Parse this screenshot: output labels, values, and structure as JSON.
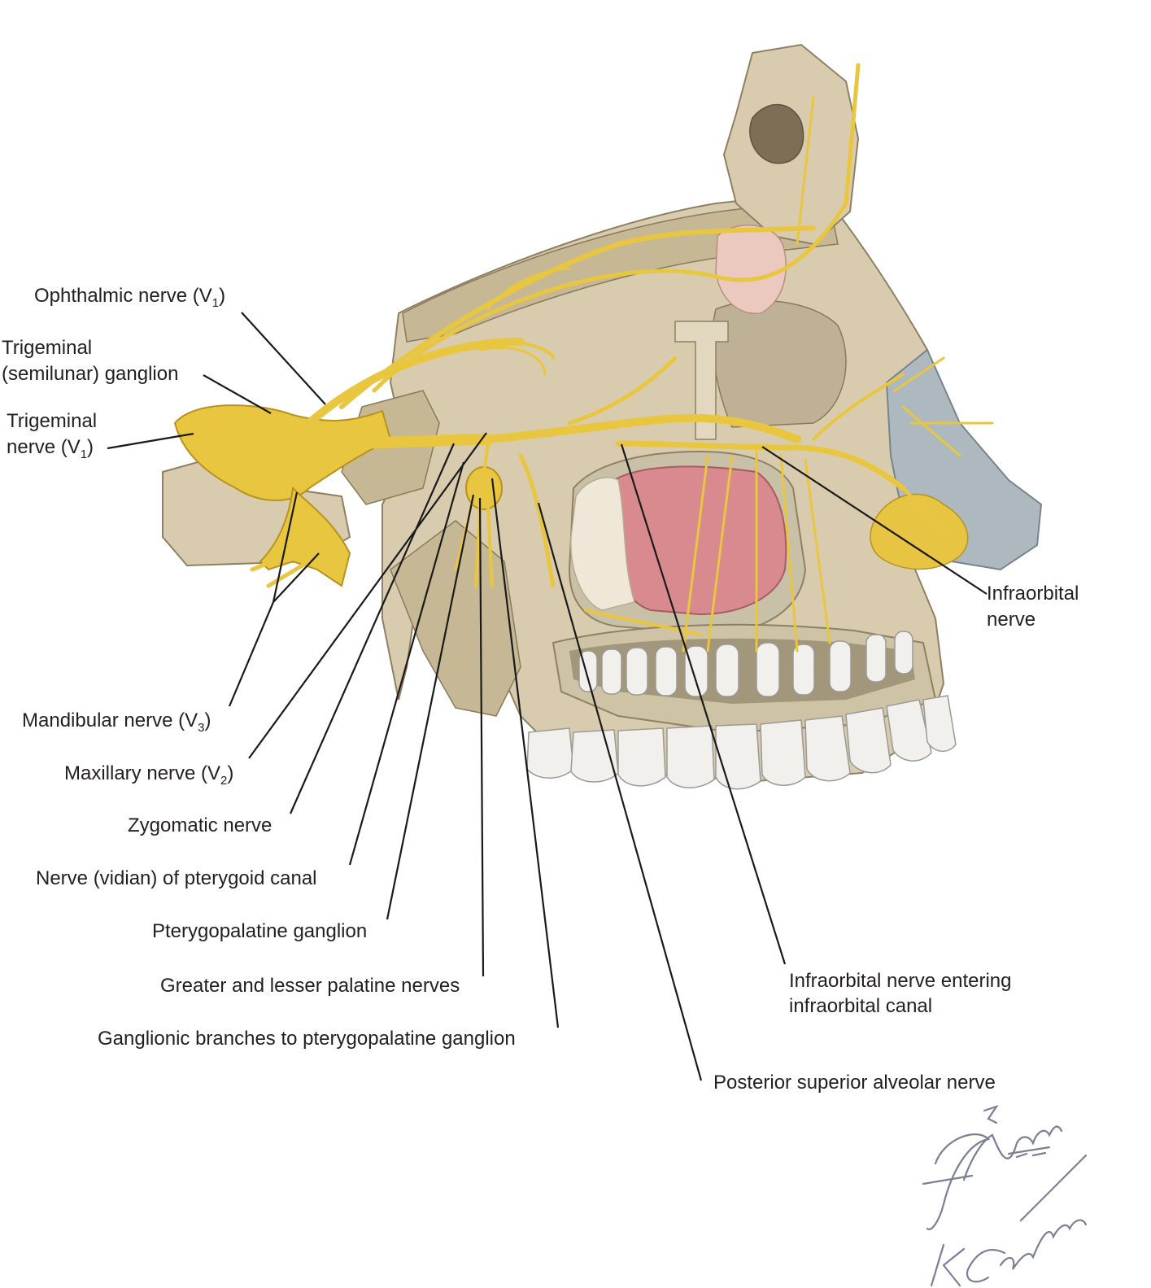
{
  "labels": {
    "ophthalmic": {
      "text": "Ophthalmic nerve (V",
      "sub": "1",
      "tail": ")"
    },
    "trigeminal_ganglion_1": "Trigeminal",
    "trigeminal_ganglion_2": "(semilunar) ganglion",
    "trigeminal_nerve_1": "Trigeminal",
    "trigeminal_nerve_2": {
      "text": "nerve (V",
      "sub": "1",
      "tail": ")"
    },
    "mandibular": {
      "text": "Mandibular nerve (V",
      "sub": "3",
      "tail": ")"
    },
    "maxillary": {
      "text": "Maxillary nerve (V",
      "sub": "2",
      "tail": ")"
    },
    "zygomatic": "Zygomatic nerve",
    "vidian": "Nerve (vidian) of pterygoid canal",
    "pterygopalatine": "Pterygopalatine ganglion",
    "palatine": "Greater and lesser palatine nerves",
    "ganglionic": "Ganglionic branches to pterygopalatine ganglion",
    "posterior_alveolar": "Posterior superior alveolar nerve",
    "infraorbital_canal_1": "Infraorbital nerve entering",
    "infraorbital_canal_2": "infraorbital canal",
    "infraorbital_1": "Infraorbital",
    "infraorbital_2": "nerve"
  },
  "signature": {
    "line1": "F. Netter M.D.",
    "line2": "K Carter"
  },
  "colors": {
    "nerve": "#e8c640",
    "bone": "#d9ccae",
    "sinus_mucosa": "#d98a8e",
    "nasal_cartilage": "#aeb8bf",
    "teeth": "#f1f0ec"
  }
}
